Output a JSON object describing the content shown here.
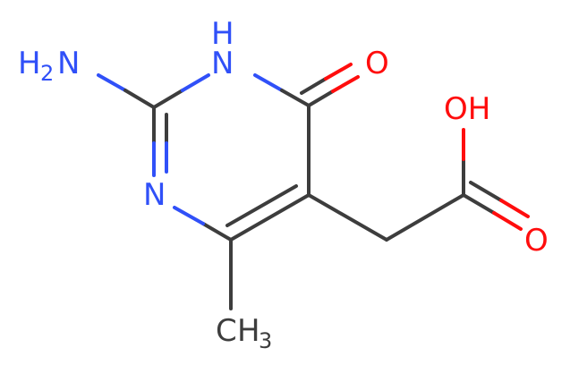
{
  "molecule": {
    "atoms": {
      "amine_h2": "H",
      "amine_sub": "2",
      "amine_n": "N",
      "ring_nh_h": "H",
      "ring_nh_n": "N",
      "ring_n": "N",
      "keto_o": "O",
      "acid_oh": "OH",
      "acid_o": "O",
      "methyl_c": "C",
      "methyl_h": "H",
      "methyl_sub": "3"
    },
    "colors": {
      "carbon_bond": "#3d3d3d",
      "nitrogen": "#3050f8",
      "oxygen": "#ff0d0d",
      "text_dark": "#3d3d3d"
    }
  }
}
